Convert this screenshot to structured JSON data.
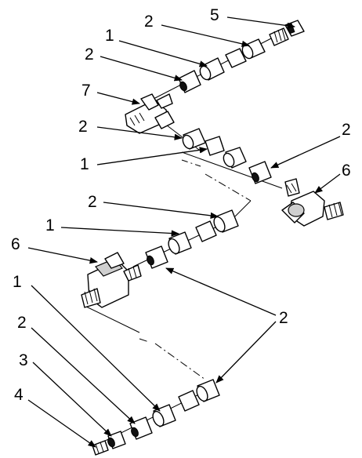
{
  "callouts": {
    "c5": "5",
    "c2_top": "2",
    "c1_top": "1",
    "c2_upper_left": "2",
    "c7": "7",
    "c2_mid_left": "2",
    "c2_right": "2",
    "c6_right": "6",
    "c1_mid": "1",
    "c2_lower_mid": "2",
    "c1_lower": "1",
    "c6_left": "6",
    "c1_bottom": "1",
    "c2_bottom_right": "2",
    "c2_bottom_left": "2",
    "c3": "3",
    "c4": "4"
  },
  "colors": {
    "ink": "#000000",
    "paper": "#ffffff",
    "shading": "#cfcfcf"
  }
}
